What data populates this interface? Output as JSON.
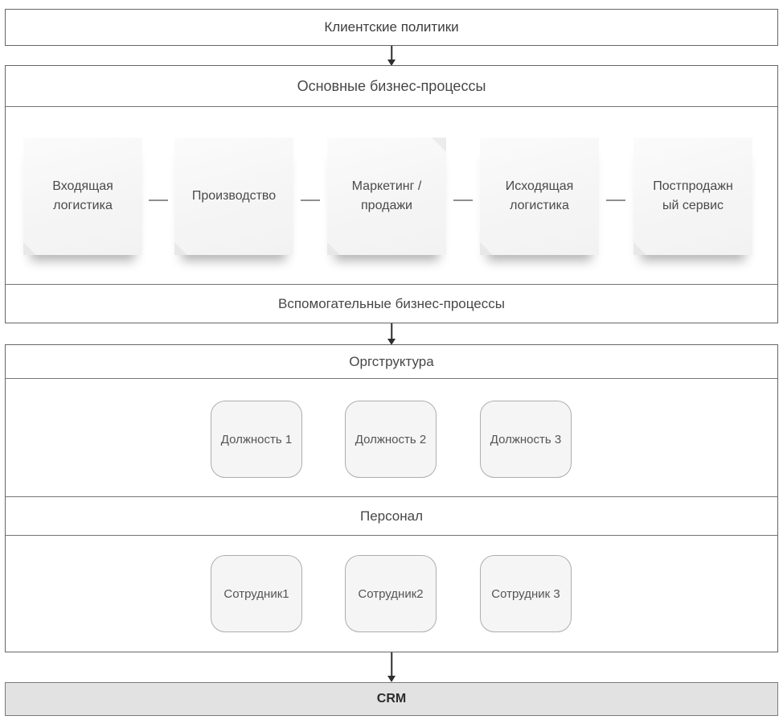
{
  "title_box": {
    "label": "Клиентские политики"
  },
  "main_block": {
    "header": "Основные бизнес-процессы",
    "notes": [
      "Входящая логистика",
      "Производство",
      "Маркетинг / продажи",
      "Исходящая логистика",
      "Постпродажный сервис"
    ],
    "footer": "Вспомогательные бизнес-процессы"
  },
  "org_block": {
    "header": "Оргструктура",
    "positions": [
      "Должность 1",
      "Должность 2",
      "Должность 3"
    ],
    "personnel_header": "Персонал",
    "employees": [
      "Сотрудник1",
      "Сотрудник2",
      "Сотрудник 3"
    ]
  },
  "crm_box": {
    "label": "CRM"
  },
  "colors": {
    "frame_border": "#666666",
    "note_bg": "#f6f6f6",
    "chip_bg": "#f5f5f5",
    "crm_bg": "#e2e2e2",
    "text": "#474747",
    "arrow": "#2e2e2e"
  }
}
